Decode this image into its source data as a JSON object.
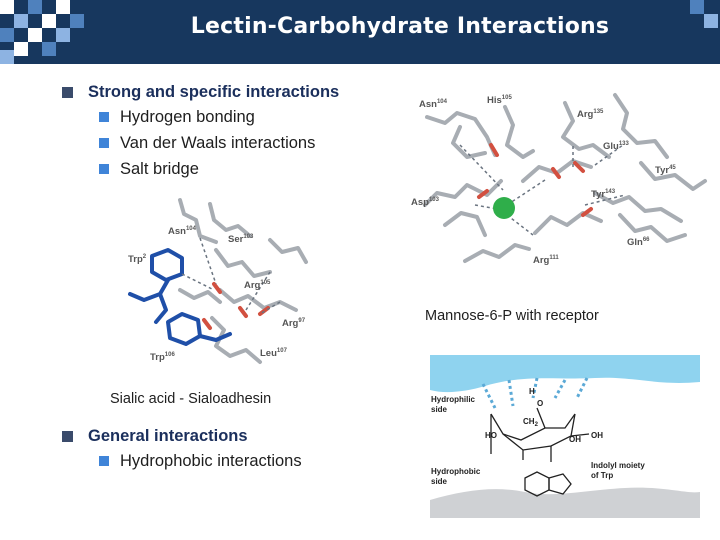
{
  "slide": {
    "title": "Lectin-Carbohydrate Interactions",
    "bullets": [
      {
        "label": "Strong and specific interactions",
        "items": [
          "Hydrogen bonding",
          "Van der Waals interactions",
          "Salt bridge"
        ]
      },
      {
        "label": "General interactions",
        "items": [
          "Hydrophobic interactions"
        ]
      }
    ]
  },
  "figures": {
    "mannose": {
      "caption": "Mannose-6-P with receptor",
      "residues": {
        "asn": "Asn",
        "asn_sup": "104",
        "his": "His",
        "his_sup": "105",
        "arg135": "Arg",
        "arg135_sup": "135",
        "glu": "Glu",
        "glu_sup": "133",
        "tyr45": "Tyr",
        "tyr45_sup": "45",
        "asp": "Asp",
        "asp_sup": "103",
        "tyr143": "Tyr",
        "tyr143_sup": "143",
        "gln": "Gln",
        "gln_sup": "66",
        "arg111": "Arg",
        "arg111_sup": "111"
      }
    },
    "sialic": {
      "caption": "Sialic acid - Sialoadhesin",
      "residues": {
        "asn": "Asn",
        "asn_sup": "104",
        "ser": "Ser",
        "ser_sup": "103",
        "trp2": "Trp",
        "trp2_sup": "2",
        "arg105": "Arg",
        "arg105_sup": "105",
        "arg97": "Arg",
        "arg97_sup": "97",
        "trp106": "Trp",
        "trp106_sup": "106",
        "leu": "Leu",
        "leu_sup": "107"
      }
    },
    "hydro": {
      "hydrophilic": [
        "Hydrophilic",
        "side"
      ],
      "hydrophobic": [
        "Hydrophobic",
        "side"
      ],
      "indolyl": [
        "Indolyl moiety",
        "of Trp"
      ],
      "atoms": {
        "h": "H",
        "o": "O",
        "oh": "OH",
        "ho": "HO",
        "ch": "CH",
        "ch_sub": "2"
      }
    }
  },
  "colors": {
    "header": "#17375e",
    "accent": "#3f84d8",
    "title_text": "#ffffff",
    "bullet1": "#1b2f5c"
  }
}
